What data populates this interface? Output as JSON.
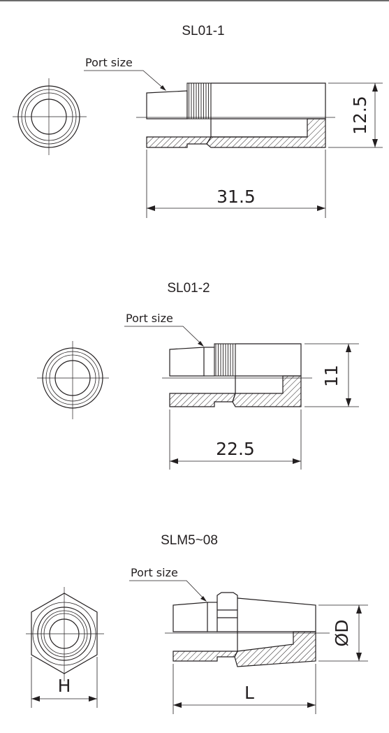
{
  "drawings": [
    {
      "title": "SL01-1",
      "port_label": "Port size",
      "length_dim": "31.5",
      "dia_dim": "12.5"
    },
    {
      "title": "SL01-2",
      "port_label": "Port size",
      "length_dim": "22.5",
      "dia_dim": "11"
    },
    {
      "title": "SLM5~08",
      "port_label": "Port size",
      "length_dim": "L",
      "dia_dim": "ØD",
      "hex_dim": "H"
    }
  ]
}
